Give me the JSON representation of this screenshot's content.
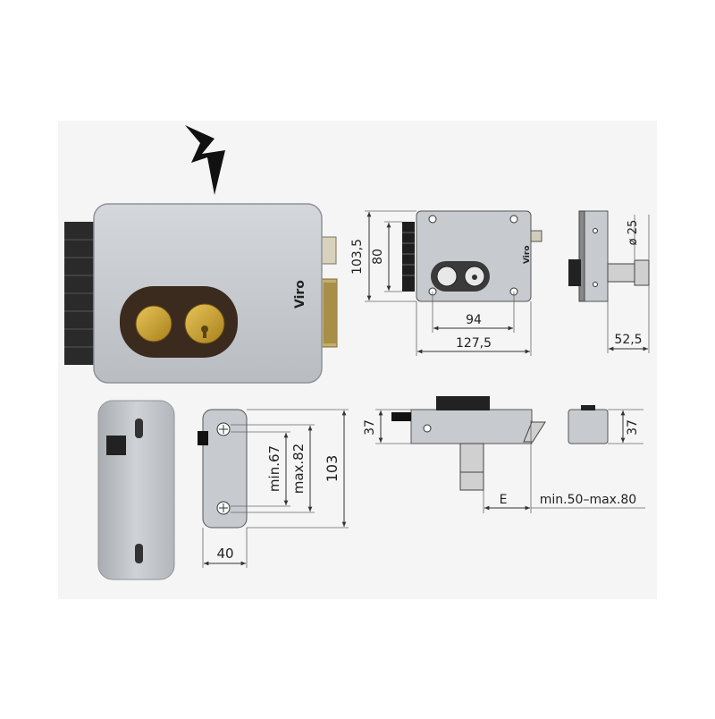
{
  "product": {
    "brand": "Viro"
  },
  "icons": {
    "electric": "lightning-bolt-icon"
  },
  "colors": {
    "background_panel": "#f4f4f4",
    "lock_body": "#c9ccd0",
    "lock_body_edge": "#8f949a",
    "cylinder_brass": "#c9a227",
    "cylinder_housing": "#3b2a1e",
    "mounting_strip": "#2a2a2a",
    "bolt": "#b8a064",
    "latch": "#d7d0b8",
    "bolt_face": "#c4b27a"
  },
  "dimensions": {
    "front_height_total": "103,5",
    "front_height_inner": "80",
    "cylinder_spacing": "94",
    "front_width": "127,5",
    "cylinder_diameter": "ø 25",
    "cylinder_projection": "52,5",
    "plate_inner_min": "min.67",
    "plate_inner_max": "max.82",
    "plate_height": "103",
    "plate_width": "40",
    "top_view_height": "37",
    "side_view_height": "37",
    "door_offset_label": "E",
    "door_offset_range": "min.50–max.80"
  }
}
